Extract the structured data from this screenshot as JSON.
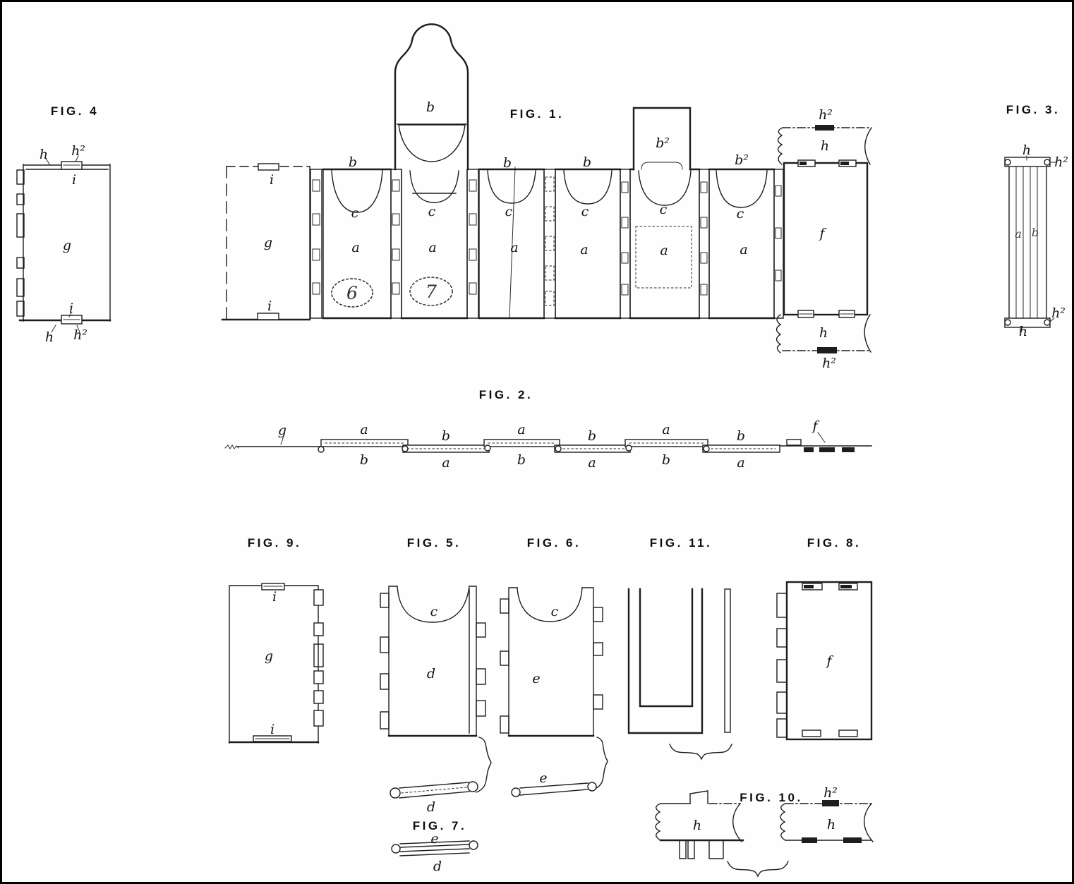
{
  "palette": {
    "ink": "#1d1d1d",
    "paper": "#fefefe"
  },
  "figures": {
    "fig1": {
      "title": "FIG. 1.",
      "parts": {
        "i_top": "i",
        "i_bottom": "i",
        "g": "g",
        "p1_b": "b",
        "p1_c": "c",
        "p1_a": "a",
        "p1_num": "6",
        "p2_b": "b",
        "p2_c": "c",
        "p2_a": "a",
        "p2_num": "7",
        "p3_b": "b",
        "p3_c": "c",
        "p3_a": "a",
        "p4_b": "b",
        "p4_c": "c",
        "p4_a": "a",
        "p5_b2": "b²",
        "p5_c": "c",
        "p5_a": "a",
        "p6_b2": "b²",
        "p6_c": "c",
        "p6_a": "a",
        "f": "f",
        "h_top": "h",
        "h2_top": "h²",
        "h_bottom": "h",
        "h2_bottom": "h²"
      }
    },
    "fig2": {
      "title": "FIG. 2.",
      "g": "g",
      "f": "f",
      "pairs": [
        {
          "top": "a",
          "bottom": "b"
        },
        {
          "top": "b",
          "bottom": "a"
        },
        {
          "top": "a",
          "bottom": "b"
        },
        {
          "top": "b",
          "bottom": "a"
        },
        {
          "top": "a",
          "bottom": "b"
        },
        {
          "top": "b",
          "bottom": "a"
        }
      ]
    },
    "fig3": {
      "title": "FIG. 3.",
      "h_top": "h",
      "h2_top": "h²",
      "a_mid": "a",
      "b_mid": "b",
      "h2_bottom": "h²",
      "h_bottom": "h"
    },
    "fig4": {
      "title": "FIG. 4",
      "h_top": "h",
      "h2_top": "h²",
      "i_top": "i",
      "g": "g",
      "i_bottom": "i",
      "h_bottom": "h",
      "h2_bottom": "h²"
    },
    "fig5": {
      "title": "FIG. 5.",
      "c": "c",
      "d": "d",
      "bar": "d"
    },
    "fig6": {
      "title": "FIG. 6.",
      "c": "c",
      "e": "e",
      "bar": "e"
    },
    "fig7": {
      "title": "FIG. 7.",
      "e": "e",
      "d": "d"
    },
    "fig8": {
      "title": "FIG. 8.",
      "f": "f"
    },
    "fig9": {
      "title": "FIG. 9.",
      "i_top": "i",
      "g": "g",
      "i_bottom": "i"
    },
    "fig10": {
      "title": "FIG. 10.",
      "h_left": "h",
      "h2": "h²",
      "h_right": "h"
    },
    "fig11": {
      "title": "FIG. 11."
    }
  }
}
